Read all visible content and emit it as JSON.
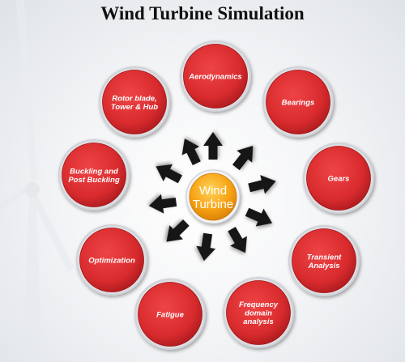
{
  "title": "Wind Turbine Simulation",
  "center": {
    "lines": [
      "Wind",
      "Turbine"
    ]
  },
  "nodes": [
    {
      "key": "aerodynamics",
      "lines": [
        "Aerodynamics"
      ]
    },
    {
      "key": "bearings",
      "lines": [
        "Bearings"
      ]
    },
    {
      "key": "gears",
      "lines": [
        "Gears"
      ]
    },
    {
      "key": "transient-analysis",
      "lines": [
        "Transient",
        "Analysis"
      ]
    },
    {
      "key": "frequency-domain-analysis",
      "lines": [
        "Frequency",
        "domain",
        "analysis"
      ]
    },
    {
      "key": "fatigue",
      "lines": [
        "Fatigue"
      ]
    },
    {
      "key": "optimization",
      "lines": [
        "Optimization"
      ]
    },
    {
      "key": "buckling",
      "lines": [
        "Buckling and",
        "Post Buckling"
      ]
    },
    {
      "key": "rotor-blade",
      "lines": [
        "Rotor blade,",
        "Tower & Hub"
      ]
    }
  ],
  "colors": {
    "node_fill": "#d92b2e",
    "node_dark": "#9e1517",
    "node_rim": "#e9e9ec",
    "center_fill": "#f7a213",
    "arrow": "#141414"
  }
}
